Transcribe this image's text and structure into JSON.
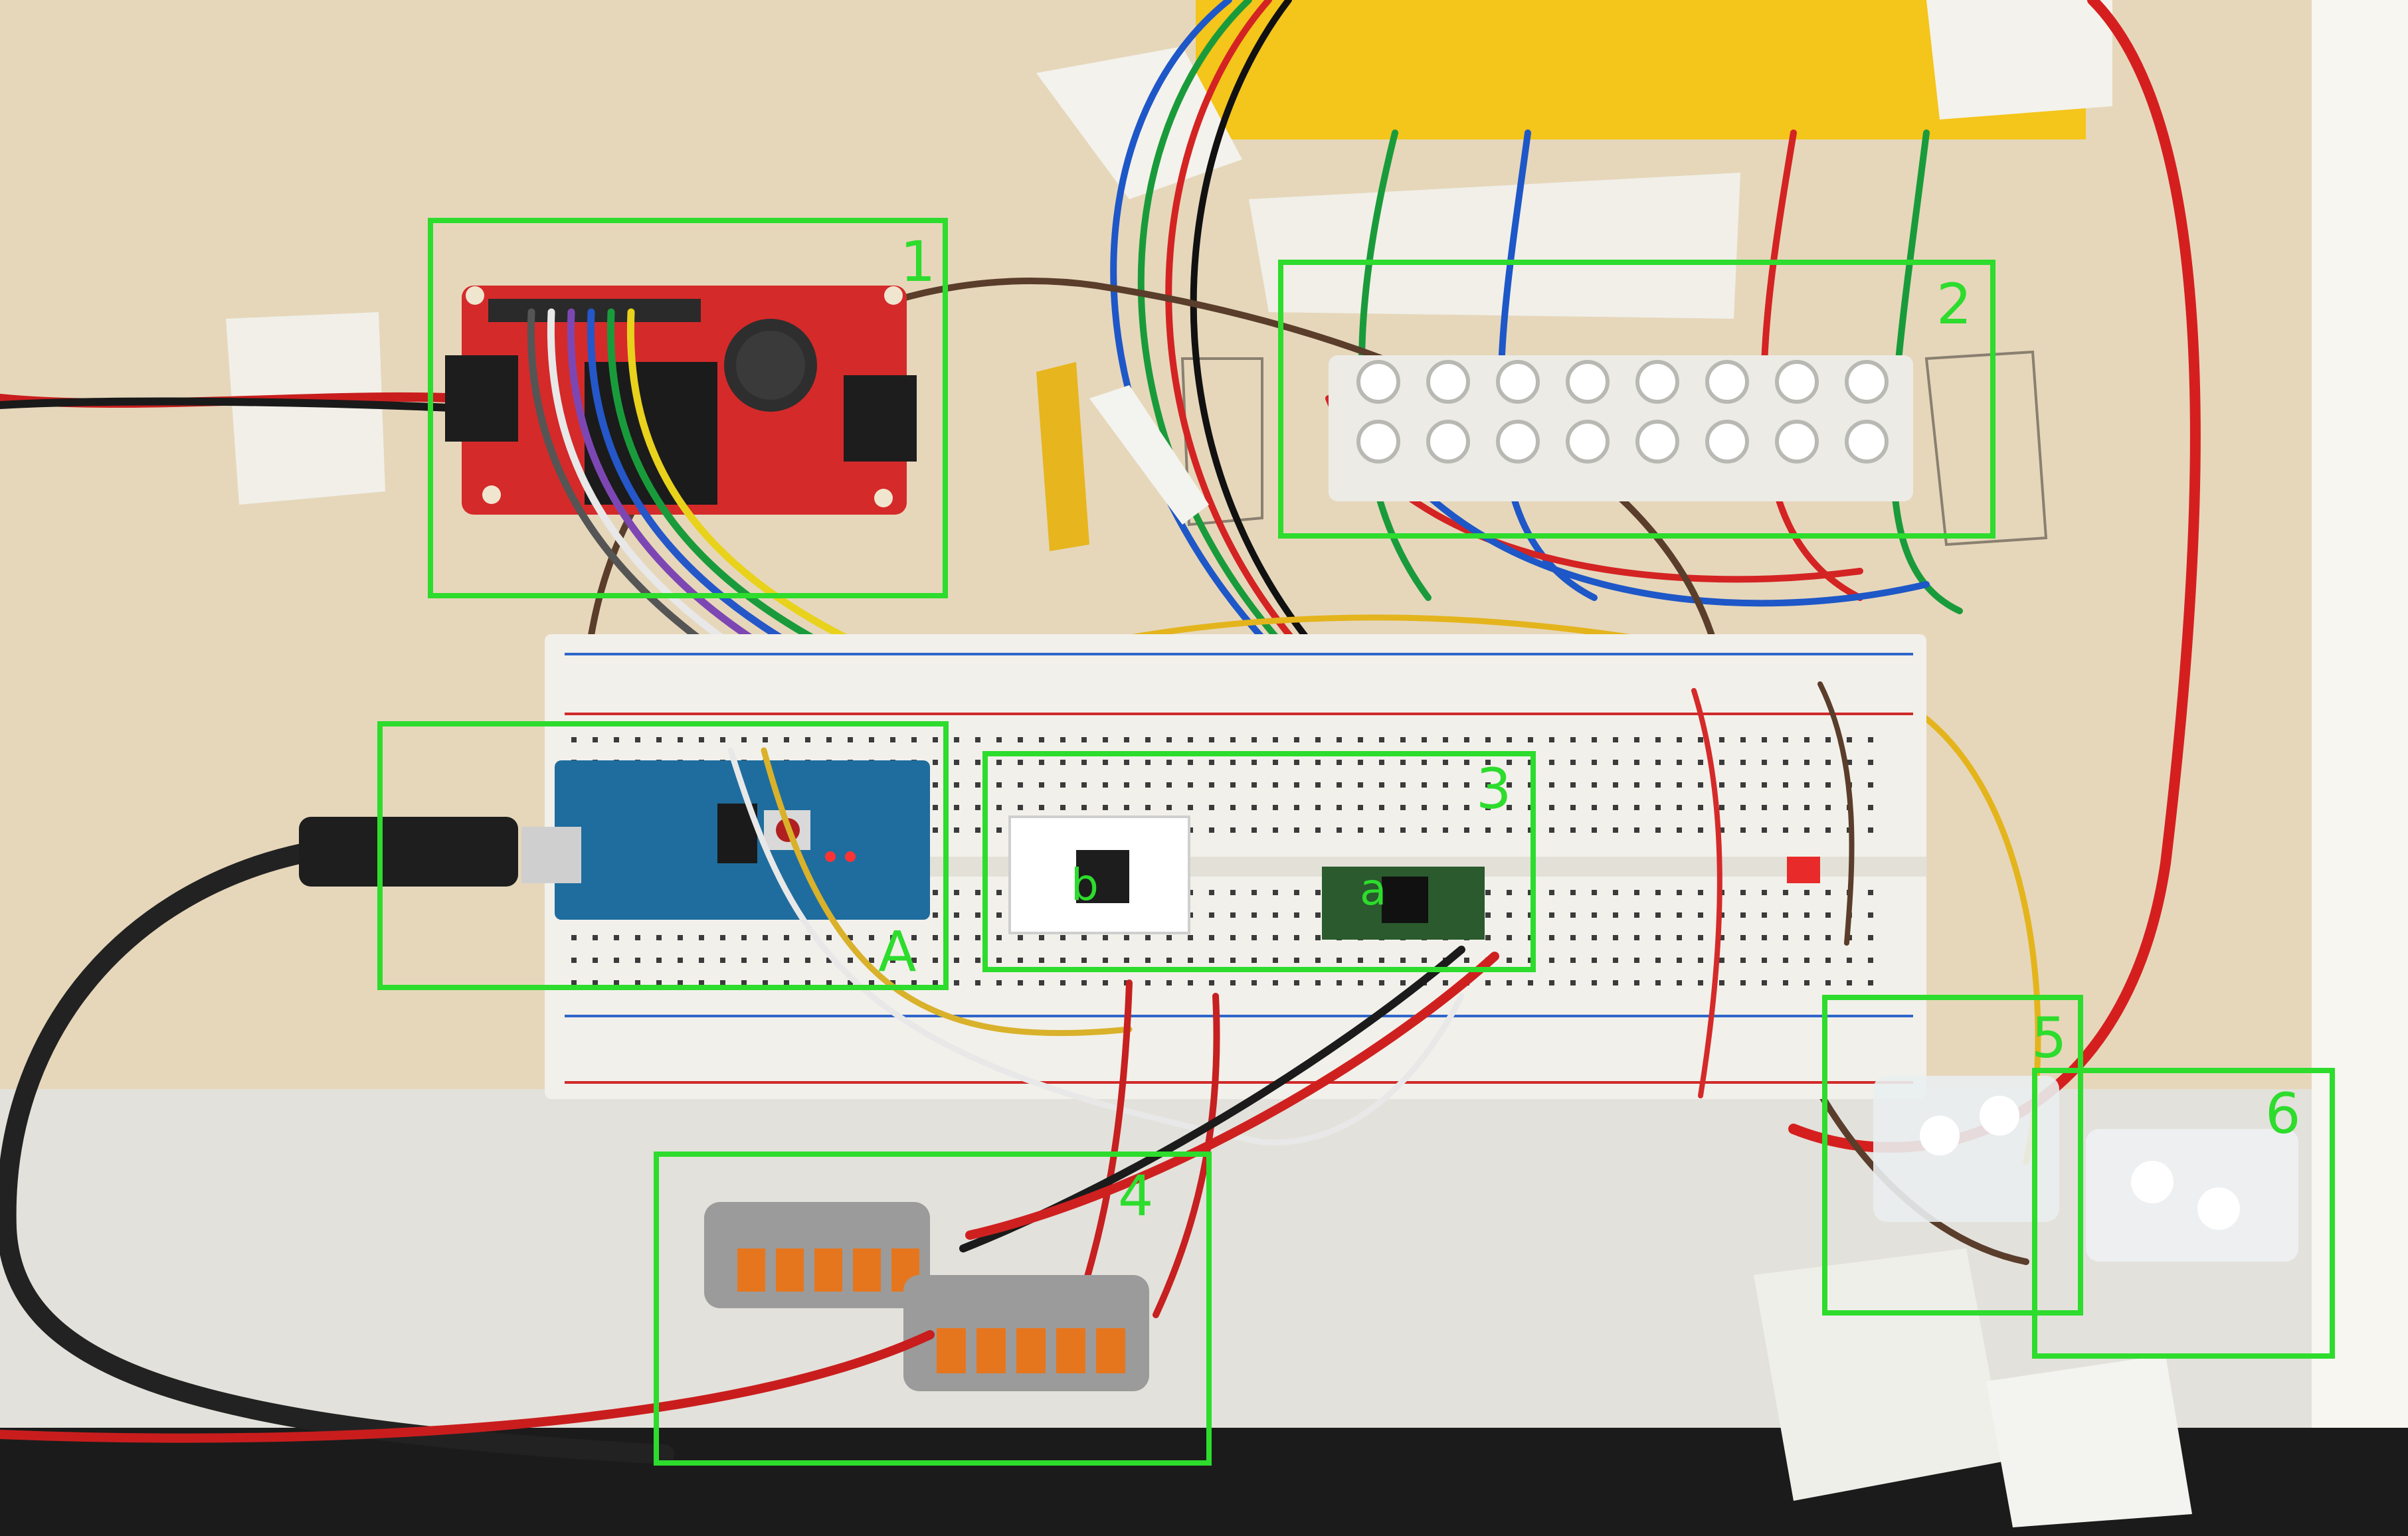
{
  "callouts": {
    "box_1": "1",
    "box_2": "2",
    "box_3": "3",
    "box_4": "4",
    "box_5": "5",
    "box_6": "6",
    "board_A": "A",
    "driver_a": "a",
    "driver_b": "b"
  },
  "colors": {
    "callout_green": "#2ddc2d",
    "plywood": "#e6d7bb",
    "motor_driver_red": "#d52a2a",
    "breadboard": "#f2f0ea",
    "arduino_blue": "#1f6d9e",
    "wago_orange": "#e6761e",
    "tape_yellow": "#f4c51a"
  },
  "icons": {
    "usb": "usb-cable-icon",
    "capacitor": "capacitor-icon"
  }
}
